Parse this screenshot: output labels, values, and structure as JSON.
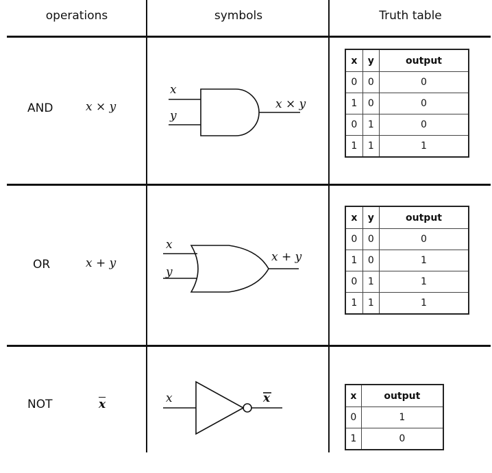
{
  "headers": {
    "operations": "operations",
    "symbols": "symbols",
    "truth_table": "Truth table"
  },
  "rows": [
    {
      "op": "AND",
      "expr": "x × y",
      "gate": {
        "in1": "x",
        "in2": "y",
        "out": "x × y"
      },
      "table": {
        "cols": [
          "x",
          "y",
          "output"
        ],
        "rows": [
          [
            "0",
            "0",
            "0"
          ],
          [
            "1",
            "0",
            "0"
          ],
          [
            "0",
            "1",
            "0"
          ],
          [
            "1",
            "1",
            "1"
          ]
        ]
      }
    },
    {
      "op": "OR",
      "expr": "x + y",
      "gate": {
        "in1": "x",
        "in2": "y",
        "out": "x + y"
      },
      "table": {
        "cols": [
          "x",
          "y",
          "output"
        ],
        "rows": [
          [
            "0",
            "0",
            "0"
          ],
          [
            "1",
            "0",
            "1"
          ],
          [
            "0",
            "1",
            "1"
          ],
          [
            "1",
            "1",
            "1"
          ]
        ]
      }
    },
    {
      "op": "NOT",
      "expr": "x",
      "gate": {
        "in1": "x",
        "out": "x"
      },
      "table": {
        "cols": [
          "x",
          "output"
        ],
        "rows": [
          [
            "0",
            "1"
          ],
          [
            "1",
            "0"
          ]
        ]
      }
    }
  ]
}
